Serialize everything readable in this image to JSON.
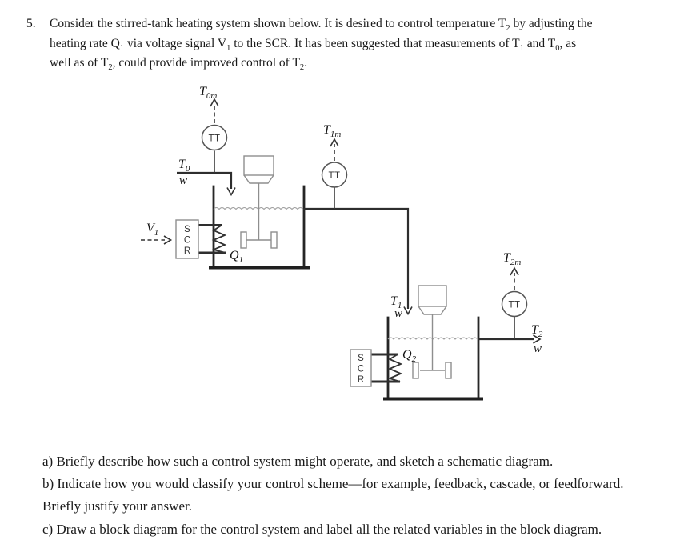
{
  "problem": {
    "number": "5.",
    "lines": [
      [
        {
          "t": "Consider the stirred-tank heating system shown below. It is desired to control temperature T"
        },
        {
          "s": "2"
        },
        {
          "t": " by adjusting the"
        }
      ],
      [
        {
          "t": "heating rate Q"
        },
        {
          "s": "1"
        },
        {
          "t": " via voltage signal V"
        },
        {
          "s": "1"
        },
        {
          "t": " to the SCR. It has been suggested that measurements of T"
        },
        {
          "s": "1"
        },
        {
          "t": " and T"
        },
        {
          "s": "0"
        },
        {
          "t": ", as"
        }
      ],
      [
        {
          "t": "well as of T"
        },
        {
          "s": "2"
        },
        {
          "t": ", could provide improved control of T"
        },
        {
          "s": "2"
        },
        {
          "t": "."
        }
      ]
    ]
  },
  "diagram": {
    "transmitter_label": "TT",
    "scr_letters": [
      "S",
      "C",
      "R"
    ],
    "labels": {
      "t0m": {
        "base": "T",
        "sub": "0m"
      },
      "t1m": {
        "base": "T",
        "sub": "1m"
      },
      "t2m": {
        "base": "T",
        "sub": "2m"
      },
      "t0": {
        "base": "T",
        "sub": "0"
      },
      "t1": {
        "base": "T",
        "sub": "1"
      },
      "t2": {
        "base": "T",
        "sub": "2"
      },
      "v1": {
        "base": "V",
        "sub": "1"
      },
      "q1": {
        "base": "Q",
        "sub": "1"
      },
      "q2": {
        "base": "Q",
        "sub": "2"
      },
      "w": "w"
    }
  },
  "questions": {
    "a": "a) Briefly describe how such a control system might operate, and sketch a schematic diagram.",
    "b_line1": "b) Indicate how you would classify your control scheme—for example, feedback, cascade, or feedforward.",
    "b_line2": "Briefly justify your answer.",
    "c": "c) Draw a block diagram for the control system and label all the related variables in the block diagram."
  }
}
